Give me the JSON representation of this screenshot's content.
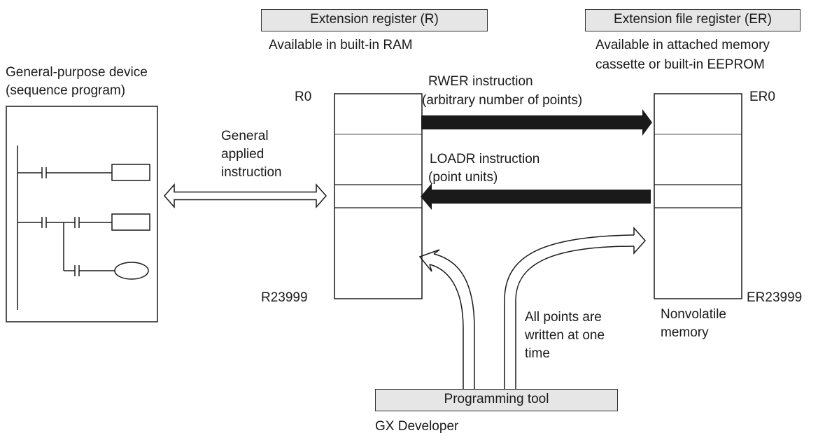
{
  "r_register": {
    "title": "Extension register (R)",
    "location": "Available in built-in RAM",
    "start_label": "R0",
    "end_label": "R23999"
  },
  "er_register": {
    "title": "Extension file register (ER)",
    "location_line1": "Available in attached memory",
    "location_line2": "cassette or built-in EEPROM",
    "start_label": "ER0",
    "end_label": "ER23999",
    "note_line1": "Nonvolatile",
    "note_line2": "memory"
  },
  "sequence_program": {
    "title_line1": "General-purpose device",
    "title_line2": "(sequence program)"
  },
  "general_instruction": {
    "line1": "General",
    "line2": "applied",
    "line3": "instruction"
  },
  "rwer": {
    "line1": "RWER instruction",
    "line2": "(arbitrary number of points)"
  },
  "loadr": {
    "line1": "LOADR instruction",
    "line2": "(point units)"
  },
  "write_note": {
    "line1": "All points are",
    "line2": "written at one",
    "line3": "time"
  },
  "tool": {
    "label": "Programming tool",
    "product": "GX Developer"
  },
  "colors": {
    "box_fill": "#e6e6e6",
    "line": "#1a1a1a"
  }
}
